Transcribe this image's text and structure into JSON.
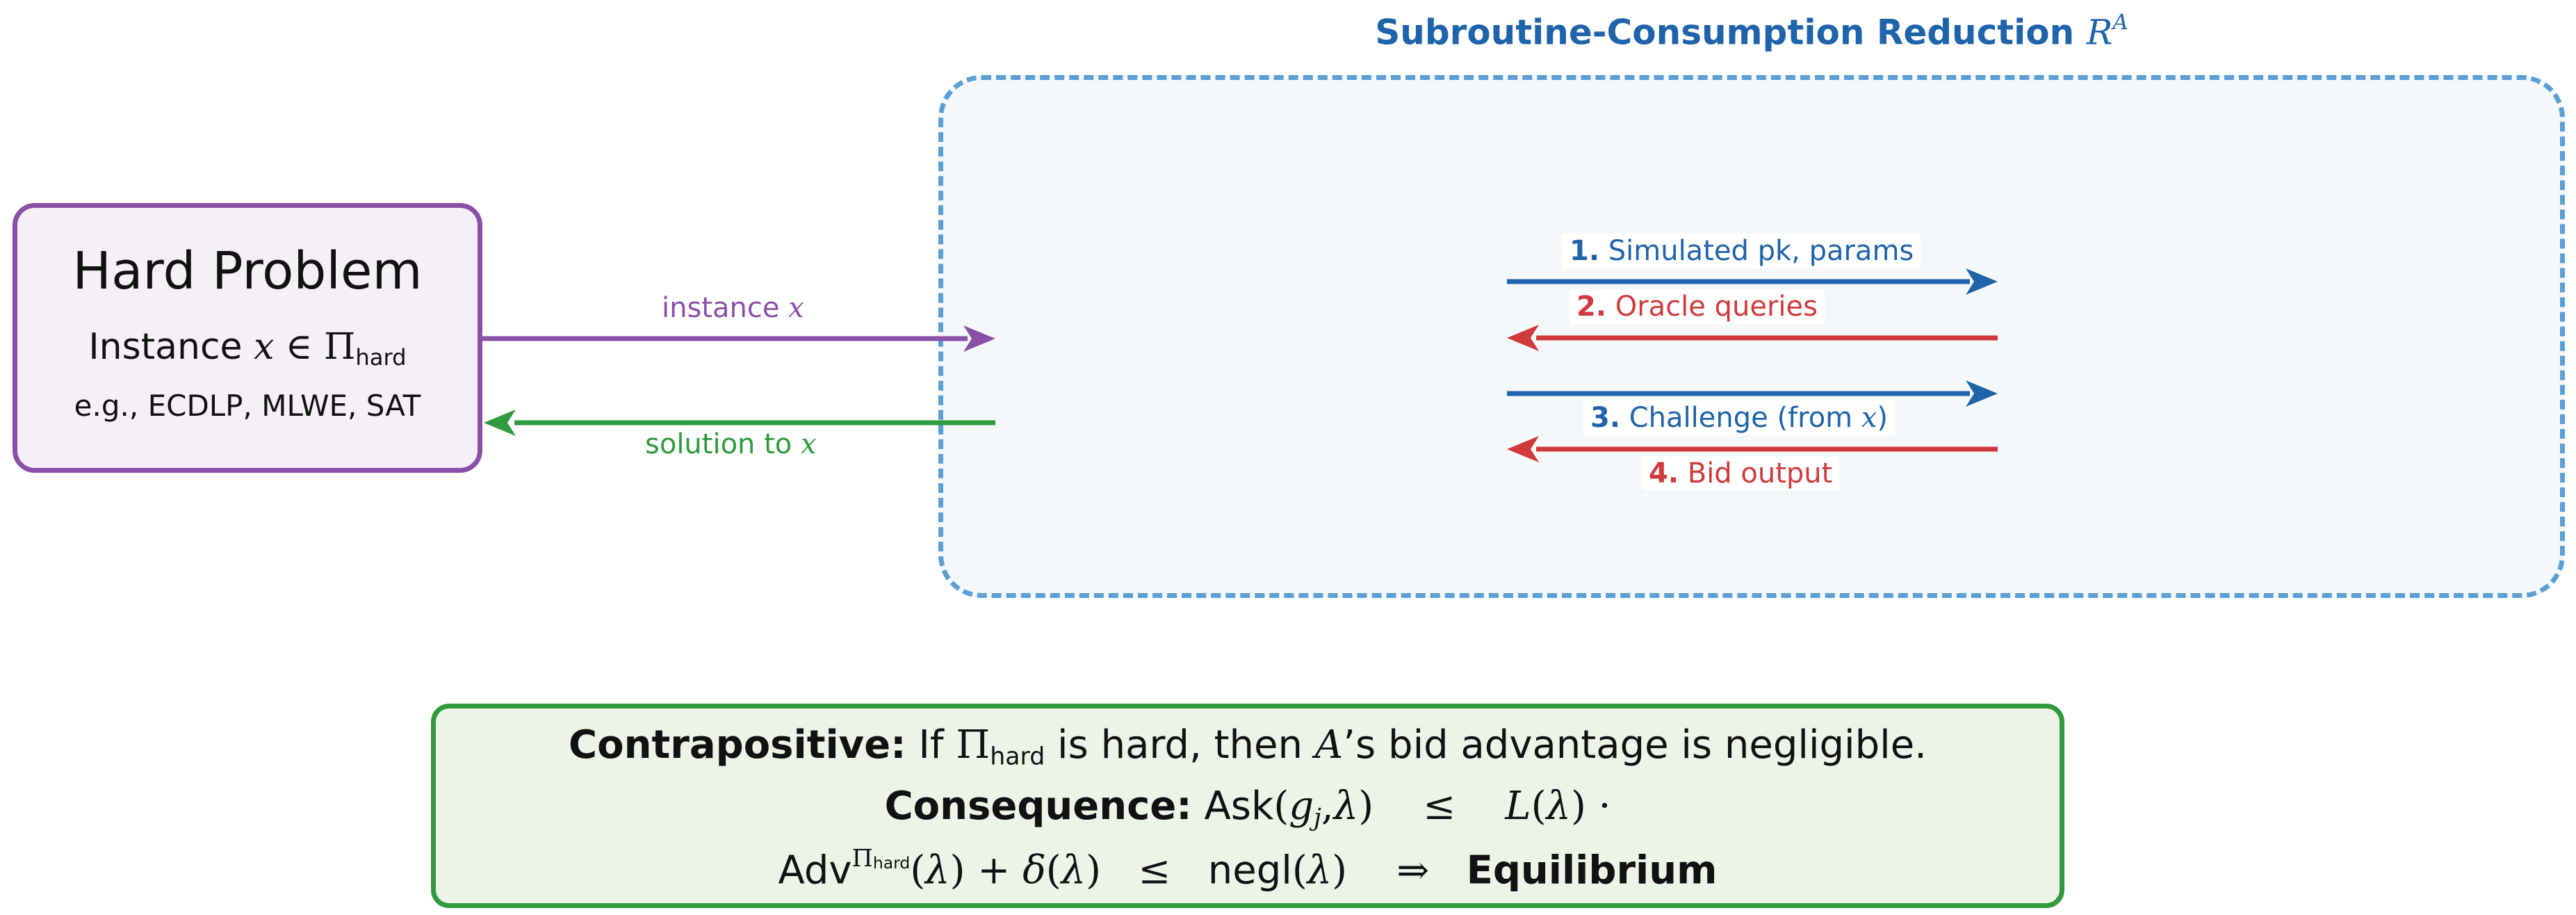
{
  "reduction": {
    "title": "Subroutine-Consumption Reduction",
    "title_symbol": "R",
    "title_symbol_sup": "A"
  },
  "hard_problem": {
    "title": "Hard Problem",
    "instance_prefix": "Instance",
    "instance_var": "x",
    "instance_op": "∈",
    "instance_set": "Π",
    "instance_set_sub": "hard",
    "examples": "e.g., ECDLP, MLWE, SAT"
  },
  "arrows": {
    "instance_label": "instance",
    "instance_var": "x",
    "solution_label": "solution to",
    "solution_var": "x",
    "colors": {
      "purple": "#8a50a8",
      "green": "#2f9a3e",
      "blue": "#1f63aa",
      "red": "#d03a3c"
    }
  },
  "messages": [
    {
      "num": "1.",
      "text": "Simulated pk, params"
    },
    {
      "num": "2.",
      "text": "Oracle queries"
    },
    {
      "num": "3.",
      "text": "Challenge (from",
      "var": "x",
      "close": ")"
    },
    {
      "num": "4.",
      "text": "Bid output"
    }
  ],
  "conclusion": {
    "contra_label": "Contrapositive:",
    "contra_if": "If",
    "contra_set": "Π",
    "contra_sub": "hard",
    "contra_mid": "is hard, then",
    "contra_adv": "A",
    "contra_end": "’s bid advantage is negligible.",
    "cons_label": "Consequence:",
    "ask": "Ask",
    "ask_args_g": "g",
    "ask_args_j": "j",
    "lambda": "λ",
    "leq": "≤",
    "L": "L",
    "dot": "·",
    "adv": "Adv",
    "adv_sup": "Π",
    "adv_sup_sub": "hard",
    "plus": "+",
    "delta": "δ",
    "negl": "negl",
    "implies": "⇒",
    "equilibrium": "Equilibrium"
  }
}
